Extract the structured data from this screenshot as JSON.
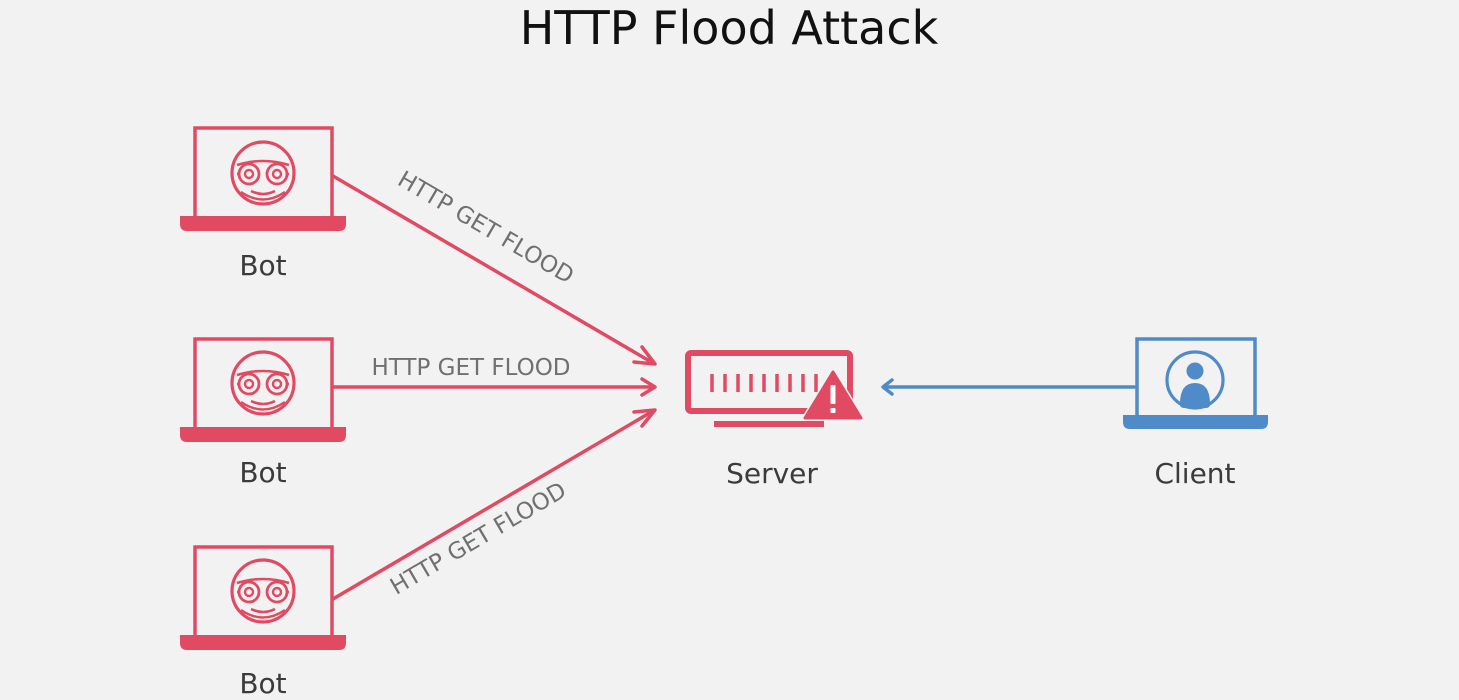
{
  "title": "HTTP Flood Attack",
  "colors": {
    "attack": "#e04a62",
    "client": "#4f8ac9",
    "background": "#f2f2f2",
    "label": "#3b3b3b",
    "edge_label": "#707070"
  },
  "nodes": {
    "bot_1": {
      "label": "Bot",
      "icon": "robot-laptop-icon"
    },
    "bot_2": {
      "label": "Bot",
      "icon": "robot-laptop-icon"
    },
    "bot_3": {
      "label": "Bot",
      "icon": "robot-laptop-icon"
    },
    "server": {
      "label": "Server",
      "icon": "server-warning-icon"
    },
    "client": {
      "label": "Client",
      "icon": "user-laptop-icon"
    }
  },
  "edges": {
    "bot_1_to_server": {
      "label": "HTTP GET FLOOD"
    },
    "bot_2_to_server": {
      "label": "HTTP GET FLOOD"
    },
    "bot_3_to_server": {
      "label": "HTTP GET FLOOD"
    },
    "client_to_server": {
      "label": ""
    }
  }
}
